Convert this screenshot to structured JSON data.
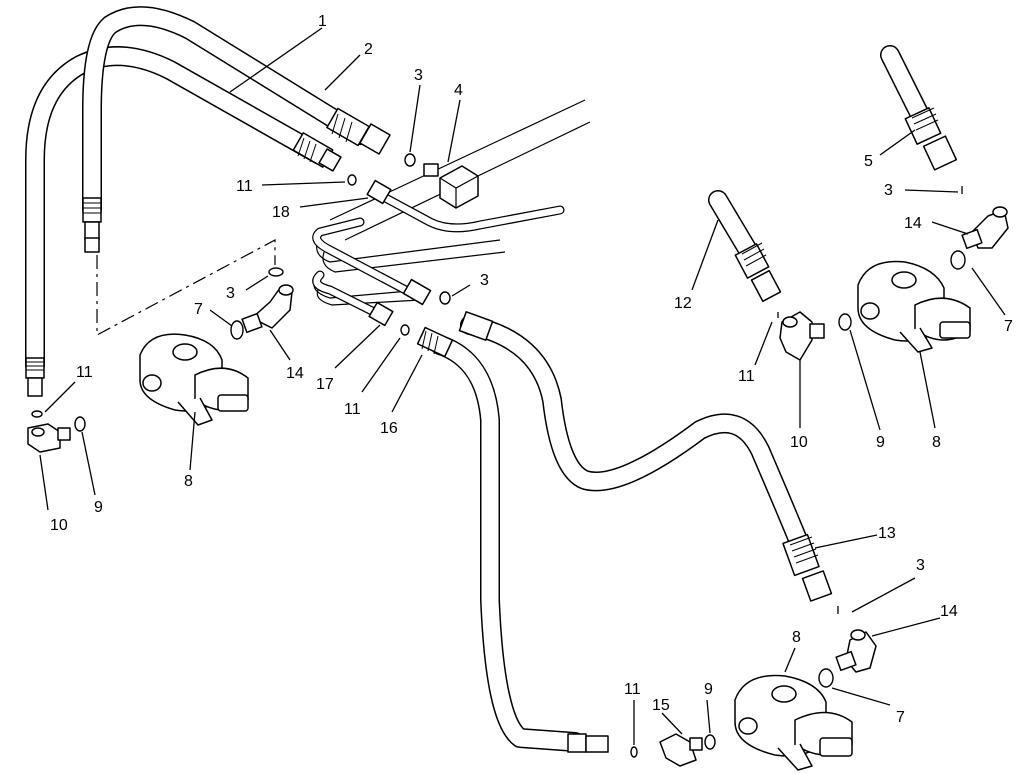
{
  "diagram": {
    "callouts": {
      "c1": "1",
      "c2": "2",
      "c3a": "3",
      "c4": "4",
      "c5": "5",
      "c3b": "3",
      "c14a": "14",
      "c7a": "7",
      "c11a": "11",
      "c18": "18",
      "c3c": "3",
      "c7b": "7",
      "c14b": "14",
      "c3d": "3",
      "c17": "17",
      "c11b": "11",
      "c16": "16",
      "c11c": "11",
      "c10a": "10",
      "c9a": "9",
      "c8a": "8",
      "c12": "12",
      "c11d": "11",
      "c10b": "10",
      "c9b": "9",
      "c8b": "8",
      "c13": "13",
      "c3e": "3",
      "c14c": "14",
      "c8c": "8",
      "c7c": "7",
      "c11e": "11",
      "c9c": "9",
      "c15": "15"
    }
  }
}
